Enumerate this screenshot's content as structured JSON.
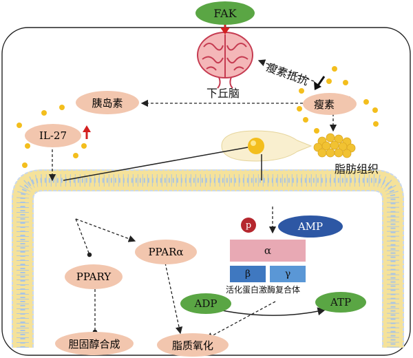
{
  "labels": {
    "fak": "FAK",
    "hypothalamus": "下丘脑",
    "leptin_resistance": "瘦素抵抗",
    "insulin": "胰岛素",
    "leptin": "瘦素",
    "il27": "IL-27",
    "adipose": "脂肪组织",
    "ppary": "PPARY",
    "pparalpha": "PPARα",
    "p": "p",
    "amp": "AMP",
    "alpha": "α",
    "beta": "β",
    "gamma": "γ",
    "ampk": "活化蛋白激酶复合体",
    "adp": "ADP",
    "atp": "ATP",
    "cholesterol": "胆固醇合成",
    "lipid_oxidation": "脂质氧化"
  },
  "colors": {
    "salmon": "#f2c6ae",
    "green": "#5aa644",
    "gold": "#f3be1d",
    "membrane_blue": "#a9c4e4",
    "red_arrow": "#d32020",
    "navy": "#2d57a4",
    "pink": "#e8a9b4",
    "blue_box": "#3f78c0",
    "light_blue_box": "#5a97d6"
  },
  "icons": [
    "brain-icon",
    "up-arrow-icon",
    "down-arrow-icon"
  ]
}
